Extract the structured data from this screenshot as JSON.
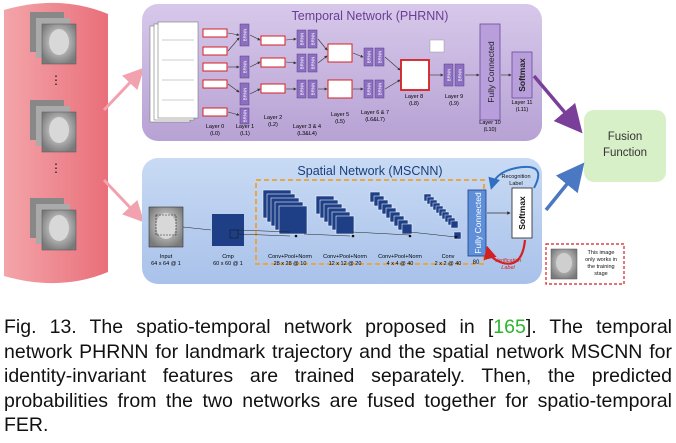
{
  "temporal": {
    "title": "Temporal Network (PHRNN)",
    "layers": [
      {
        "name": "Layer 0",
        "id": "(L0)"
      },
      {
        "name": "Layer 1",
        "id": "(L1)"
      },
      {
        "name": "Layer 2",
        "id": "(L2)"
      },
      {
        "name": "Layer 3 & 4",
        "id": "(L3&L4)"
      },
      {
        "name": "Layer 5",
        "id": "(L5)"
      },
      {
        "name": "Layer 6 & 7",
        "id": "(L6&L7)"
      },
      {
        "name": "Layer 8",
        "id": "(L8)"
      },
      {
        "name": "Layer 9",
        "id": "(L9)"
      },
      {
        "name": "Layer 10",
        "id": "(L10)"
      },
      {
        "name": "Layer 11",
        "id": "(L11)"
      }
    ],
    "brnn_label": "BRNN",
    "fc_label": "Fully Connected",
    "softmax_label": "Softmax"
  },
  "spatial": {
    "title": "Spatial Network (MSCNN)",
    "stages": [
      {
        "name": "Input",
        "dims": "64 x 64 @ 1"
      },
      {
        "name": "Cmp",
        "dims": "60 x 60 @ 1"
      },
      {
        "name": "Conv+Pool+Norm",
        "dims": "28 x 28 @ 10"
      },
      {
        "name": "Conv+Pool+Norm",
        "dims": "12 x 12 @ 20"
      },
      {
        "name": "Conv+Pool+Norm",
        "dims": "4 x 4 @ 40"
      },
      {
        "name": "Conv",
        "dims": "2 x 2 @ 40"
      }
    ],
    "fc_size": "80",
    "fc_label": "Fully Connected",
    "softmax_label": "Softmax",
    "recognition_label": [
      "Recognition",
      "Label"
    ],
    "verification_label": [
      "Verification",
      "Label"
    ],
    "note": [
      "This image",
      "only works in",
      "the training",
      "stage"
    ]
  },
  "fusion": {
    "label_line1": "Fusion",
    "label_line2": "Function"
  },
  "colors": {
    "temporal_bg": "#c5b4de",
    "spatial_bg": "#b6ccee",
    "fusion_bg": "#d8f0c8",
    "arrow_purple": "#7a3f99",
    "arrow_blue": "#4a78c2",
    "arrow_pink": "#f2a2ae",
    "red": "#d42020",
    "orange": "#f0a030"
  },
  "caption": {
    "prefix": "Fig. 13. The spatio-temporal network proposed in [",
    "ref": "165",
    "suffix": "]. The temporal network PHRNN for landmark trajectory and the spatial network MSCNN for identity-invariant features are trained separately. Then, the predicted probabilities from the two networks are fused together for spatio-temporal FER."
  }
}
